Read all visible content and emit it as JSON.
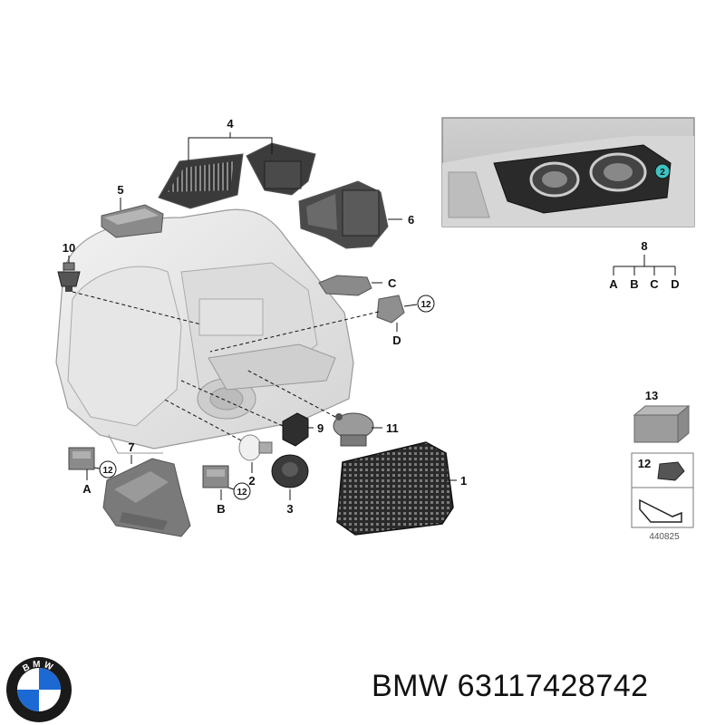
{
  "diagram": {
    "callouts": {
      "p1": "1",
      "p2": "2",
      "p3": "3",
      "p4": "4",
      "p5": "5",
      "p6": "6",
      "p7": "7",
      "p8": "8",
      "p9": "9",
      "p10": "10",
      "p11": "11",
      "p13": "13"
    },
    "connector_letters": {
      "a": "A",
      "b": "B",
      "c": "C",
      "d": "D"
    },
    "clip_ref": "12",
    "inset_ref": "2",
    "drawing_number": "440825"
  },
  "footer": {
    "brand": "BMW",
    "part_number": "63117428742",
    "logo_icon": "bmw-roundel-icon",
    "logo_letters": "BMW",
    "logo_colors": {
      "blue": "#1c69d4",
      "ring": "#1a1a1a",
      "white": "#ffffff"
    }
  }
}
